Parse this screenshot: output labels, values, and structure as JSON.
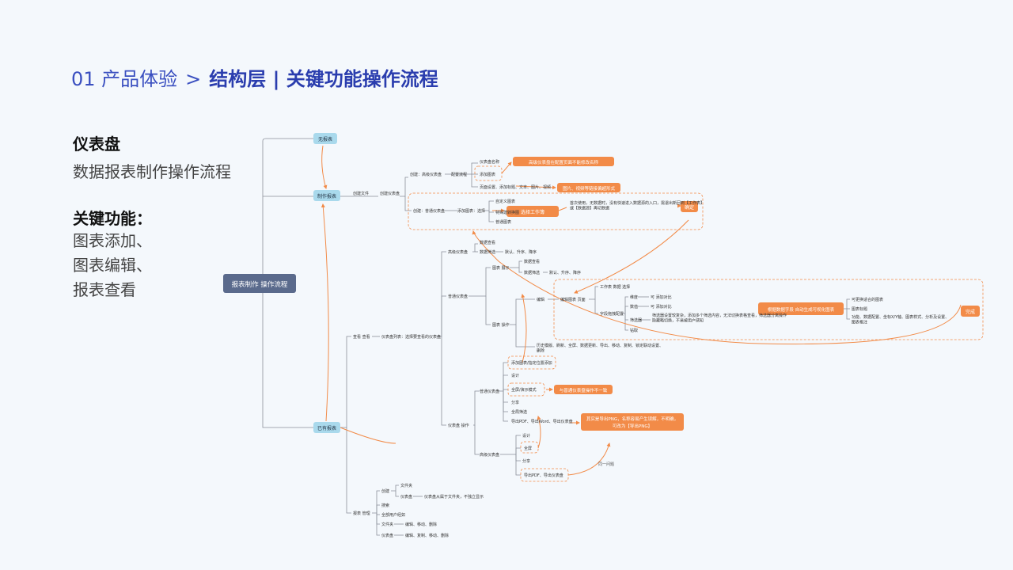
{
  "header": {
    "crumb": "01 产品体验",
    "sep": ">",
    "title": "结构层 | 关键功能操作流程"
  },
  "side": {
    "title": "仪表盘",
    "subtitle": "数据报表制作操作流程",
    "features_title": "关键功能：",
    "features": [
      "图表添加、",
      "图表编辑、",
      "报表查看"
    ]
  },
  "map": {
    "root": "报表制作 操作流程",
    "n_none": "无报表",
    "n_make": "制作报表",
    "n_have": "已有报表",
    "create_file": "创建文件",
    "create_dash": "创建仪表盘",
    "create_adv": "创建：高级仪表盘",
    "config_flow": "配置流程",
    "dash_name": "仪表盘名称",
    "add_chart": "添加图表",
    "page_settings": "页面设置、添加标题、文本、图片、视频",
    "note_adv": "高级仪表盘在配置页面不能修改名称",
    "note_img": "图片、视频等链接偏超形式",
    "create_normal": "创建：普通仪表盘",
    "add_chart_select": "添加图表：选择",
    "custom_chart": "自定义图表",
    "excel_chart": "特殊建转换图",
    "normal_chart": "普通图表",
    "select_workbook": "选择工作簿",
    "desc_workbook": "首次使用，无数据时，没有快速进入数据源的入口，需退出新回到【工作表】或【数据源】再切数据",
    "confirm": "确定",
    "view_dash": "查看 查看",
    "dash_list": "仪表盘列表：选择要查看的仪表盘",
    "adv_dash": "高级仪表盘",
    "data_view": "数据查看",
    "data_filter": "数据筛选",
    "filter_opts": "默认、升序、降序",
    "normal_dash": "普通仪表盘",
    "chart_show": "图表 展示",
    "data_view2": "数据查看",
    "data_filter2": "数据筛选",
    "filter_opts2": "默认、升序、降序",
    "chart_ops": "图表 操作",
    "edit": "编辑",
    "edit_chart_page": "编辑图表 页面",
    "workbook_select": "工作表 数据 选择",
    "field_settings": "字段拖拽配置",
    "dim": "维度",
    "dim_opt": "可 添加对比",
    "val": "数值",
    "val_opt": "可 添加对比",
    "filter": "筛选器",
    "filter_desc": "筛选器设置较复杂，添加多个筛选内容，无法切换表格查看，筛选器分离操作隐藏略切换，不易被用户感知",
    "drill": "钻取",
    "drill_center": "根据数据字段 自动生成可视化图表",
    "chart_types": "可更换适合的图表",
    "chart_title": "图表标题",
    "chart_style": "功能、数据配置、坐标X/Y轴、图表样式、分析及设置、图表格注",
    "done": "完成",
    "ops_list": "历史模版、刷新、全屏、数据更新、导出、移动、复制、锁定联动设置、删除",
    "add_chart2": "添加图表/指定位置添加",
    "design": "设计",
    "fullscreen_mode": "全屏/演示模式",
    "note_fullscreen": "与普通仪表盘操作不一致",
    "share": "分享",
    "global_filter": "全局筛选",
    "export": "导出PDF、导出Word、导出仪表盘",
    "note_export": "其实是导出PNG，名称容易产生误解，不明确，可改为【导出PNG】",
    "normal_dash_ops": "仪表盘 操作",
    "normal_dash2": "普通仪表盘",
    "adv_dash2": "高级仪表盘",
    "design2": "设计",
    "fullscreen2": "全屏",
    "share2": "分享",
    "export2": "导出PDF、导出仪表盘",
    "same_issue": "同一问题",
    "manage": "报表 管理",
    "create": "创建",
    "folder": "文件夹",
    "dashboard": "仪表盘",
    "dash_belongs": "仪表盘从属于文件夹，不独立显示",
    "search": "搜索",
    "all_users": "全部用户经如",
    "folder2": "文件夹",
    "folder_ops": "编辑、移动、删除",
    "dashboard2": "仪表盘",
    "dash_ops": "编辑、复制、移动、删除"
  },
  "colors": {
    "root_fill": "#5a6a8c",
    "node_fill": "#a9d9ec",
    "orange": "#f28b48",
    "line": "#8a8f99"
  }
}
